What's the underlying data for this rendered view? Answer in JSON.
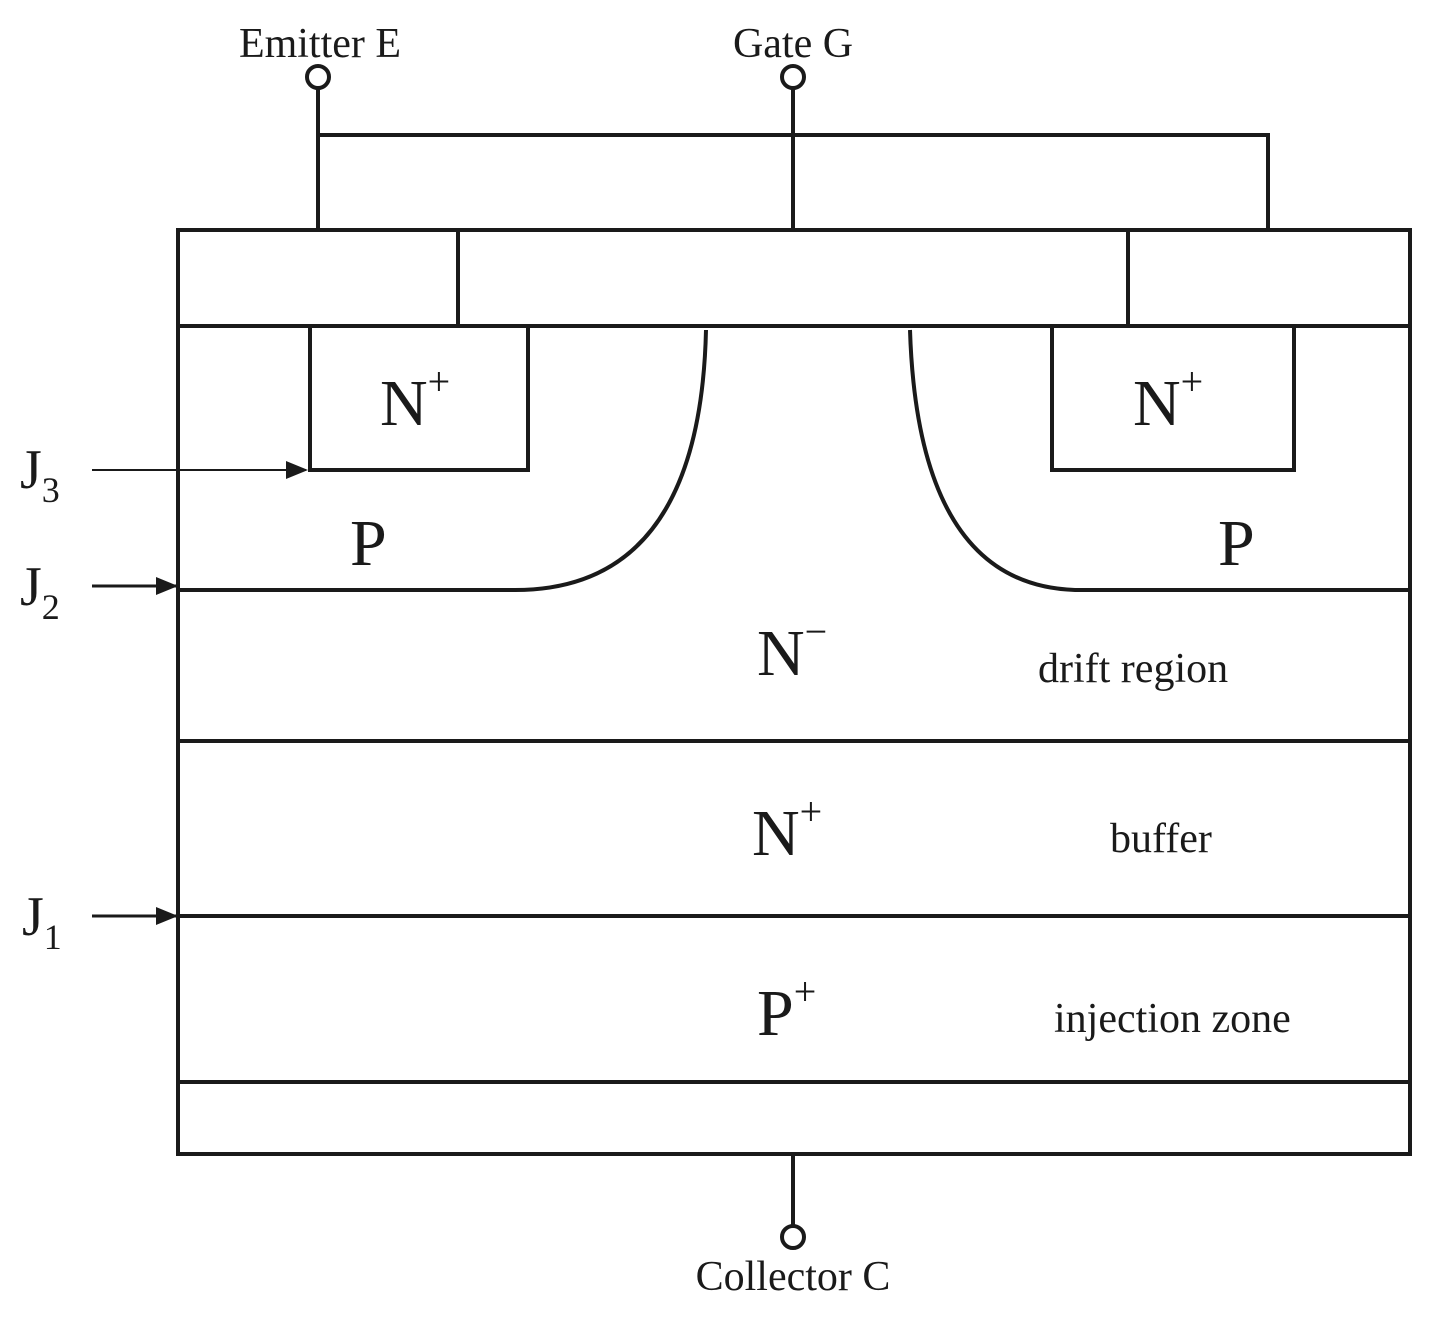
{
  "terminals": {
    "emitter": "Emitter E",
    "gate": "Gate G",
    "collector": "Collector C"
  },
  "regions": {
    "n_plus_left": {
      "base": "N",
      "sup": "+"
    },
    "n_plus_right": {
      "base": "N",
      "sup": "+"
    },
    "p_left": "P",
    "p_right": "P",
    "drift": {
      "base": "N",
      "sup": "−",
      "desc": "drift region"
    },
    "buffer": {
      "base": "N",
      "sup": "+",
      "desc": "buffer"
    },
    "injection": {
      "base": "P",
      "sup": "+",
      "desc": "injection zone"
    }
  },
  "junctions": {
    "j3": {
      "base": "J",
      "sub": "3"
    },
    "j2": {
      "base": "J",
      "sub": "2"
    },
    "j1": {
      "base": "J",
      "sub": "1"
    }
  },
  "colors": {
    "emitter_metal": "#b3d4ec",
    "gate_oxide": "#fbdda5",
    "collector_metal": "#b8dfb0",
    "line": "#1a1a1a"
  }
}
